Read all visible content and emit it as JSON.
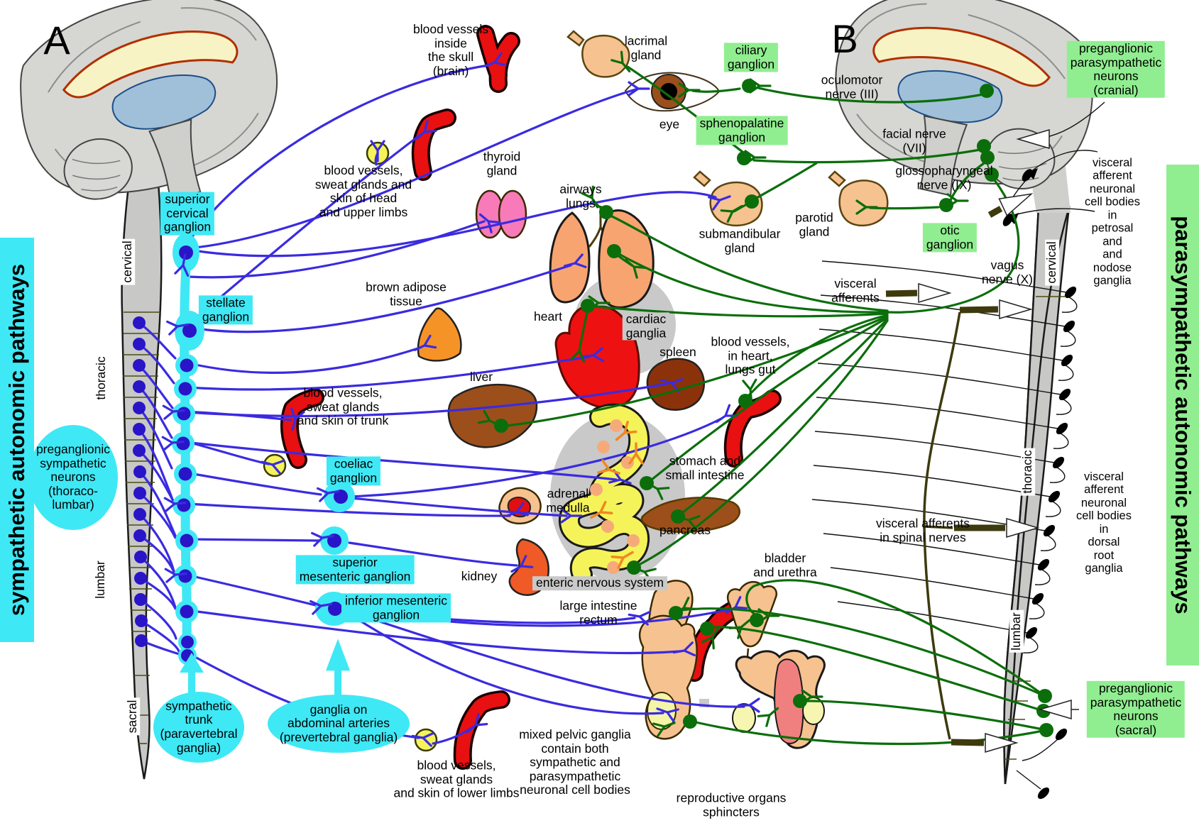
{
  "labels": {
    "a": "A",
    "b": "B",
    "banner_left": "sympathetic autonomic pathways",
    "banner_right": "parasympathetic autonomic pathways",
    "skull_vessels": "blood vessels\ninside\nthe skull\n(brain)",
    "lacrimal": "lacrimal\ngland",
    "ciliary": "ciliary\nganglion",
    "eye": "eye",
    "sphenopalatine": "sphenopalatine\nganglion",
    "oculomotor": "oculomotor\nnerve (III)",
    "facial": "facial nerve\n(VII)",
    "glossopharyngeal": "glossopharyngeal\nnerve (IX)",
    "preg_cranial": "preganglionic\nparasympathetic\nneurons\n(cranial)",
    "petrosal_block": "visceral\nafferent\nneuronal\ncell bodies\nin\npetrosal\nand\nand\nnodose\nganglia",
    "parotid": "parotid\ngland",
    "submandibular": "submandibular\ngland",
    "otic": "otic\nganglion",
    "thyroid": "thyroid\ngland",
    "airways": "airways\nlungs",
    "vagus": "vagus\nnerve (X)",
    "visc_aff": "visceral\nafferents",
    "scg": "superior\ncervical\nganglion",
    "stellate": "stellate\nganglion",
    "brown_adipose": "brown adipose\ntissue",
    "heart": "heart",
    "cardiac": "cardiac\nganglia",
    "spleen": "spleen",
    "bv_heart": "blood vessels,\nin heart,\nlungs gut",
    "liver": "liver",
    "bv_head": "blood vessels,\nsweat glands and\nskin of  head\nand upper limbs",
    "bv_trunk": "blood vessels,\nsweat glands\nand skin of trunk",
    "coeliac": "coeliac\nganglion",
    "adrenal": "adrenal\nmedulla",
    "stomach": "stomach and\nsmall intestine",
    "preg_symp": "preganglionic\nsympathetic\nneurons\n(thoraco-\nlumbar)",
    "visc_aff_spinal": "visceral afferents\nin spinal nerves",
    "dorsal_block": "visceral\nafferent\nneuronal\ncell bodies\nin\ndorsal\nroot\nganglia",
    "sup_mes": "superior\nmesenteric ganglion",
    "kidney": "kidney",
    "enteric": "enteric nervous system",
    "inf_mes": "inferior mesenteric\nganglion",
    "large_int": "large intestine\nrectum",
    "bladder": "bladder\nand urethra",
    "preg_sacral": "preganglionic\nparasympathetic\nneurons\n(sacral)",
    "symp_trunk": "sympathetic\ntrunk\n(paravertebral\nganglia)",
    "ganglia_abd": "ganglia on\nabdominal arteries\n(prevertebral ganglia)",
    "mixed_pelvic": "mixed pelvic ganglia\ncontain both\nsympathetic and\nparasympathetic\nneuronal cell bodies",
    "bv_lower": "blood vessels,\nsweat glands\nand skin of lower limbs",
    "reproductive": "reproductive organs\nsphincters",
    "pancreas": "pancreas",
    "cervical_a": "cervical",
    "thoracic_a": "thoracic",
    "lumbar_a": "lumbar",
    "sacral_a": "sacral",
    "cervical_b": "cervical",
    "thoracic_b": "thoracic",
    "lumbar_b": "lumbar"
  },
  "colors": {
    "sympathetic_highlight": "#3fe8f5",
    "parasympathetic_highlight": "#90ee90",
    "sympathetic_line": "#3a2be0",
    "parasympathetic_line": "#0b6e0b",
    "cord_gray": "#c8c8c6",
    "label_gray": "#c9c9c9"
  }
}
